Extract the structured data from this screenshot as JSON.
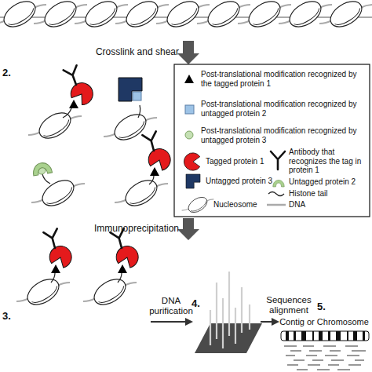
{
  "diagram": {
    "labels": [
      "Crosslink and shear",
      "2.",
      "Immunoprecipitation",
      "3.",
      "DNA purification",
      "4.",
      "Sequences alignment",
      "5.",
      "Contig or Chromosome"
    ],
    "legend": [
      {
        "text": "Post-translational modification recognized by the tagged protein 1"
      },
      {
        "text": "Post-translational modification recognized by untagged protein 2"
      },
      {
        "text": "Post-translational modification recognized by untagged protein 3"
      },
      {
        "text": "Tagged protein 1"
      },
      {
        "text": "Antibody that recognizes the tag in protein 1"
      },
      {
        "text": "Untagged protein 3"
      },
      {
        "text": "Untagged protein 2"
      },
      {
        "text": "Nucleosome"
      },
      {
        "text": "Histone tail"
      },
      {
        "text": "DNA"
      }
    ]
  }
}
